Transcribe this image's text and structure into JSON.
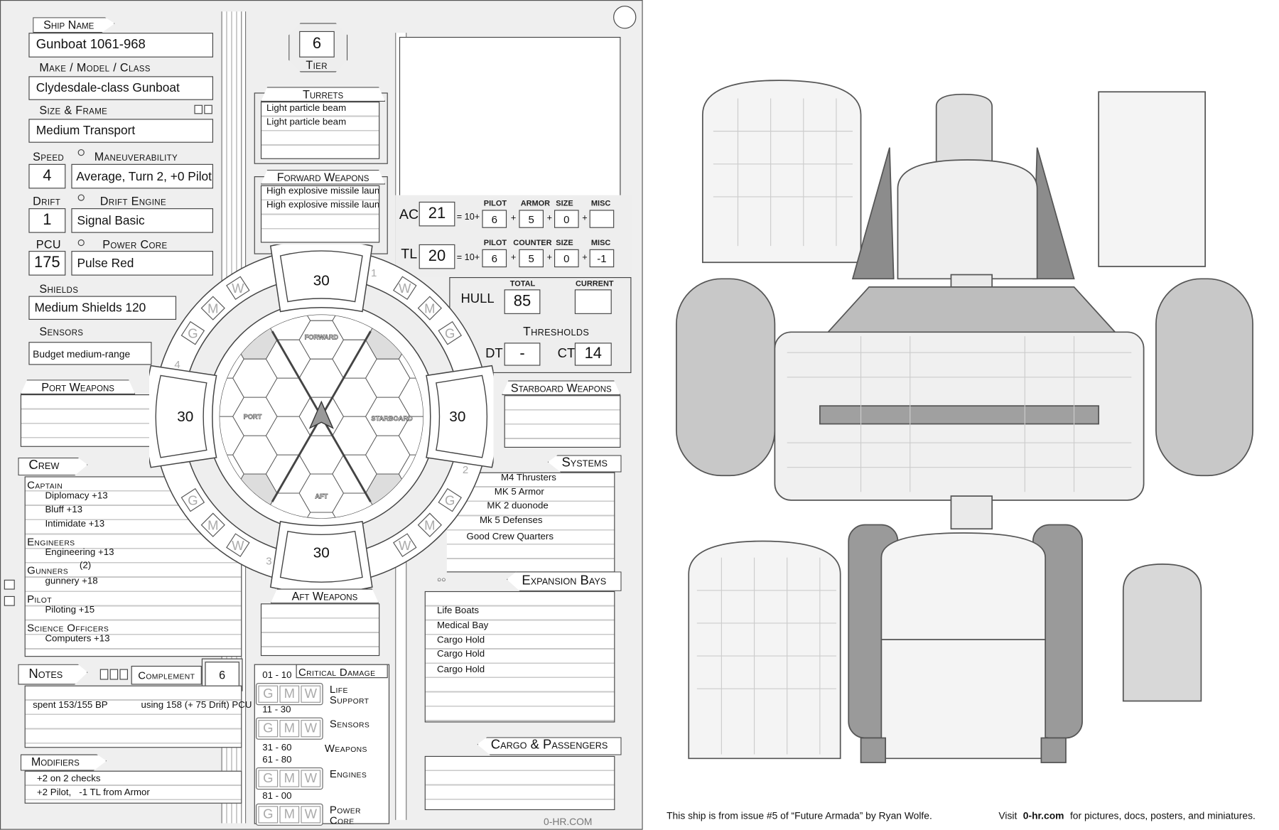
{
  "ship": {
    "ship_name_label": "Ship Name",
    "ship_name": "Gunboat 1061-968",
    "make_label": "Make / Model / Class",
    "make": "Clydesdale-class Gunboat",
    "size_label": "Size & Frame",
    "size": "Medium Transport",
    "speed_label": "Speed",
    "speed": "4",
    "maneuver_label": "Maneuverability",
    "maneuver": "Average,  Turn 2, +0 Pilot",
    "drift_label": "Drift",
    "drift": "1",
    "drift_engine_label": "Drift Engine",
    "drift_engine": "Signal Basic",
    "pcu_label": "PCU",
    "pcu": "175",
    "power_core_label": "Power Core",
    "power_core": "Pulse Red",
    "shields_label": "Shields",
    "shields": "Medium Shields 120",
    "sensors_label": "Sensors",
    "sensors": "Budget medium-range",
    "tier_label": "Tier",
    "tier": "6"
  },
  "turrets": {
    "label": "Turrets",
    "items": [
      "Light particle beam",
      "Light particle beam"
    ]
  },
  "forward_weapons": {
    "label": "Forward Weapons",
    "items": [
      "High explosive missile laun",
      "High explosive missile laun"
    ]
  },
  "port_weapons": {
    "label": "Port Weapons"
  },
  "starboard_weapons": {
    "label": "Starboard Weapons"
  },
  "aft_weapons": {
    "label": "Aft Weapons"
  },
  "defense": {
    "ac_label": "AC",
    "ac": "21",
    "eq": "= 10+",
    "plus": "+",
    "ac_headers": [
      "PILOT",
      "ARMOR",
      "SIZE",
      "MISC"
    ],
    "ac_values": [
      "6",
      "5",
      "0",
      ""
    ],
    "tl_label": "TL",
    "tl": "20",
    "tl_headers": [
      "PILOT",
      "COUNTER",
      "SIZE",
      "MISC"
    ],
    "tl_values": [
      "6",
      "5",
      "0",
      "-1"
    ]
  },
  "hull": {
    "label": "HULL",
    "total_label": "TOTAL",
    "total": "85",
    "current_label": "CURRENT",
    "current": "",
    "thresholds_label": "Thresholds",
    "dt_label": "DT",
    "dt": "-",
    "ct_label": "CT",
    "ct": "14"
  },
  "shield_arcs": {
    "forward": "30",
    "port": "30",
    "starboard": "30",
    "aft": "30",
    "arc_labels": [
      "FORWARD",
      "PORT",
      "STARBOARD",
      "AFT"
    ],
    "quadrant_numbers": [
      "1",
      "2",
      "3",
      "4"
    ],
    "gmw": [
      "G",
      "M",
      "W"
    ]
  },
  "crew": {
    "label": "Crew",
    "roles": [
      {
        "title": "Captain",
        "skills": [
          "Diplomacy +13",
          "Bluff +13",
          "Intimidate +13"
        ]
      },
      {
        "title": "Engineers",
        "skills": [
          "Engineering +13"
        ]
      },
      {
        "title": "Gunners",
        "note": "(2)",
        "skills": [
          "gunnery +18"
        ]
      },
      {
        "title": "Pilot",
        "skills": [
          "Piloting +15"
        ]
      },
      {
        "title": "Science Officers",
        "skills": [
          "Computers +13"
        ]
      }
    ]
  },
  "notes": {
    "label": "Notes",
    "complement_label": "Complement",
    "complement": "6",
    "text1": "spent 153/155 BP",
    "text2": "using 158 (+ 75 Drift) PCU"
  },
  "modifiers": {
    "label": "Modifiers",
    "items": [
      "+2 on 2 checks",
      "+2 Pilot,   -1 TL from Armor"
    ]
  },
  "systems": {
    "label": "Systems",
    "items": [
      "M4 Thrusters",
      "MK 5 Armor",
      "MK 2 duonode",
      "Mk 5 Defenses",
      "Good Crew Quarters"
    ]
  },
  "expansion_bays": {
    "label": "Expansion Bays",
    "items": [
      "Life Boats",
      "Medical Bay",
      "Cargo Hold",
      "Cargo Hold",
      "Cargo Hold"
    ]
  },
  "cargo": {
    "label": "Cargo & Passengers"
  },
  "critical": {
    "label": "Critical Damage",
    "rows": [
      {
        "range": "01 - 10",
        "system": "Life Support"
      },
      {
        "range": "11 - 30",
        "system": "Sensors"
      },
      {
        "range": "31 - 60",
        "system": "Weapons"
      },
      {
        "range": "61 - 80",
        "system": "Engines"
      },
      {
        "range": "81 - 00",
        "system": "Power Core"
      }
    ]
  },
  "footer": {
    "site": "0-HR.COM"
  },
  "captions": {
    "source": "This ship is from issue #5 of “Future Armada” by Ryan Wolfe.",
    "visit": "Visit",
    "site": "0-hr.com",
    "visit_rest": "for pictures, docs, posters, and miniatures."
  },
  "colors": {
    "deck_fill": "#c8c8c8",
    "deck_dark": "#8c8c8c",
    "sheet_bg": "#efefef"
  }
}
